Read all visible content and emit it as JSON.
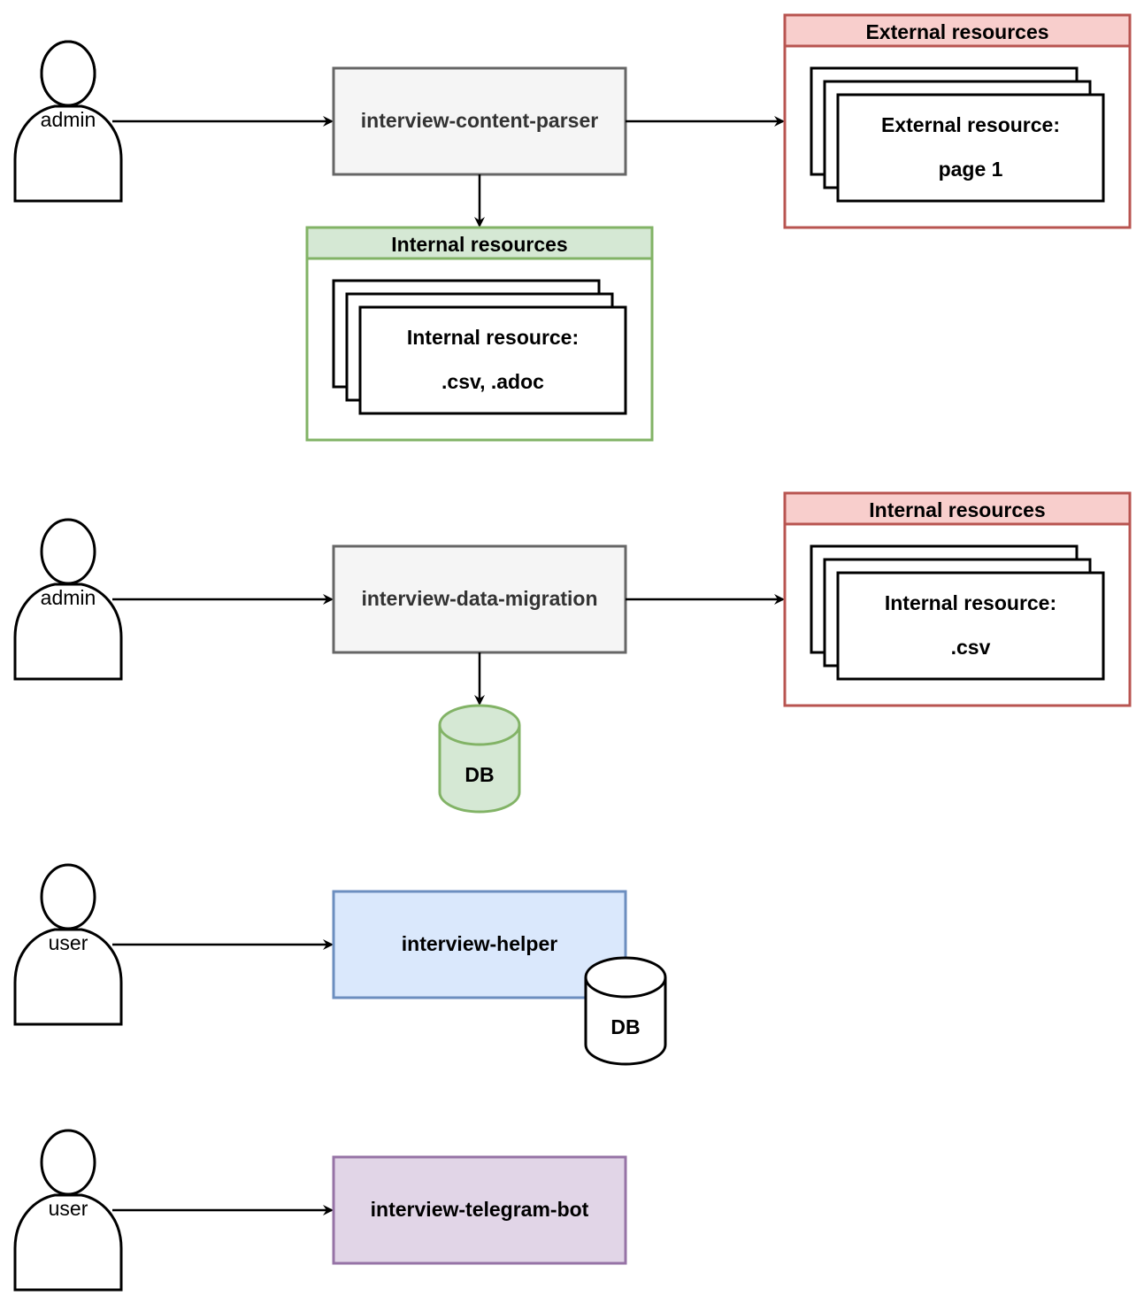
{
  "colors": {
    "gray_fill": "#f5f5f5",
    "gray_stroke": "#666666",
    "red_header": "#f8cecc",
    "red_stroke": "#b85450",
    "green_fill": "#d5e8d4",
    "green_stroke": "#82b366",
    "blue_fill": "#dae8fc",
    "blue_stroke": "#6c8ebf",
    "purple_fill": "#e1d5e7",
    "purple_stroke": "#9673a6"
  },
  "rows": {
    "parser": {
      "actor": "admin",
      "service": "interview-content-parser",
      "external_group": {
        "title": "External resources",
        "item_line1": "External resource:",
        "item_line2": "page 1"
      },
      "internal_group": {
        "title": "Internal resources",
        "item_line1": "Internal resource:",
        "item_line2": ".csv, .adoc"
      }
    },
    "migration": {
      "actor": "admin",
      "service": "interview-data-migration",
      "internal_group": {
        "title": "Internal resources",
        "item_line1": "Internal resource:",
        "item_line2": ".csv"
      },
      "db": "DB"
    },
    "helper": {
      "actor": "user",
      "service": "interview-helper",
      "db": "DB"
    },
    "bot": {
      "actor": "user",
      "service": "interview-telegram-bot"
    }
  }
}
